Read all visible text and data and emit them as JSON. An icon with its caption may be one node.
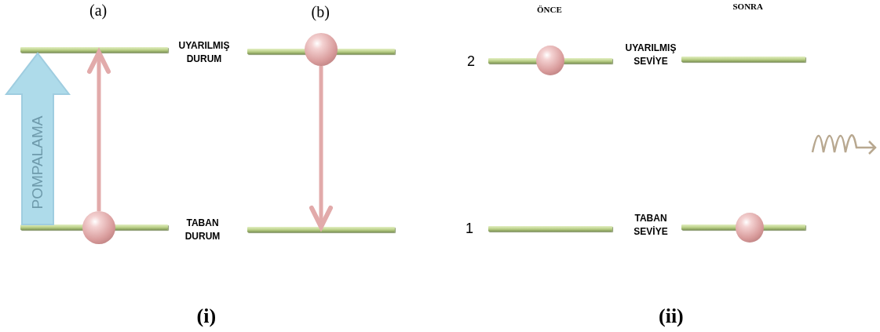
{
  "diagram": {
    "nodes": [
      {
        "text": [],
        "shape": "bar"
      },
      {
        "text": [],
        "shape": "bar"
      },
      {
        "text": [],
        "shape": "circle"
      },
      {
        "text": [],
        "shape": "bar"
      },
      {
        "text": [],
        "shape": "circle"
      },
      {
        "text": [],
        "shape": "bar"
      },
      {
        "text": [],
        "shape": "bar"
      },
      {
        "text": [],
        "shape": "circle"
      },
      {
        "text": [],
        "shape": "bar"
      },
      {
        "text": [],
        "shape": "bar"
      },
      {
        "text": [],
        "shape": "bar"
      },
      {
        "text": [],
        "shape": "circle"
      }
    ],
    "edges": [
      {
        "from": 1,
        "to": 0,
        "arrow": "to",
        "label": "POMPALAMA",
        "style": "thick",
        "color": "#aedbea"
      },
      {
        "from": 2,
        "to": 0,
        "arrow": "to"
      },
      {
        "from": 4,
        "to": 5,
        "arrow": "to"
      }
    ],
    "labels": [
      "(a)",
      "(b)",
      "ÖNCE",
      "SONRA",
      "UYARILMIŞ DURUM",
      "2",
      "UYARILMIŞ SEVİYE",
      "TABAN DURUM",
      "1",
      "TABAN SEVİYE",
      "(i)",
      "(ii)"
    ]
  }
}
